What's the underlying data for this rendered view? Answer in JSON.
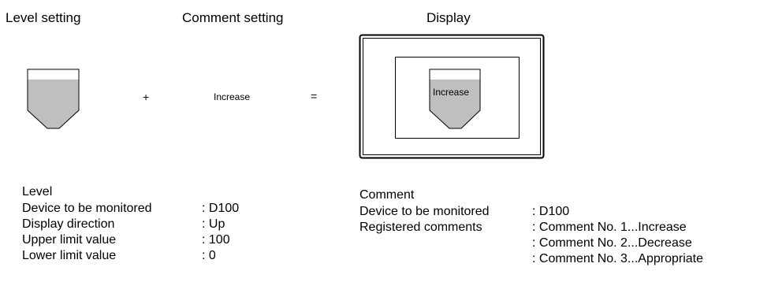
{
  "headings": {
    "level": "Level setting",
    "comment": "Comment setting",
    "display": "Display"
  },
  "diagram": {
    "plus": "+",
    "equals": "=",
    "comment_text": "Increase",
    "display_comment": "Increase",
    "level_fill_fraction": 0.8,
    "fill_color": "#bfbfbf"
  },
  "level_info": {
    "title": "Level",
    "rows": [
      {
        "label": "Device to be monitored",
        "value": ": D100"
      },
      {
        "label": "Display direction",
        "value": ": Up"
      },
      {
        "label": "Upper limit value",
        "value": ": 100"
      },
      {
        "label": "Lower limit value",
        "value": ": 0"
      }
    ]
  },
  "comment_info": {
    "title": "Comment",
    "rows": [
      {
        "label": "Device to be monitored",
        "value": ": D100"
      },
      {
        "label": "Registered comments",
        "value": ": Comment No. 1...Increase"
      },
      {
        "label": "",
        "value": ": Comment No. 2...Decrease"
      },
      {
        "label": "",
        "value": ": Comment No. 3...Appropriate"
      }
    ]
  }
}
